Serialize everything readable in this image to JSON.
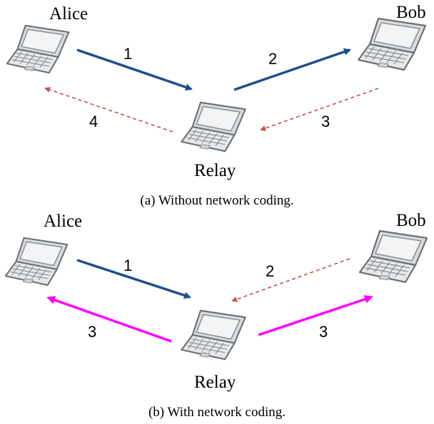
{
  "colors": {
    "solid_arrow": "#1f4e8c",
    "dashed_arrow": "#c0504d",
    "coded_arrow": "#ff00ff"
  },
  "icons": {
    "node": "laptop-icon"
  },
  "panel_a": {
    "alice": "Alice",
    "bob": "Bob",
    "relay": "Relay",
    "step1": "1",
    "step2": "2",
    "step3": "3",
    "step4": "4",
    "caption": "(a) Without network coding."
  },
  "panel_b": {
    "alice": "Alice",
    "bob": "Bob",
    "relay": "Relay",
    "step1": "1",
    "step2": "2",
    "step3_left": "3",
    "step3_right": "3",
    "caption": "(b) With network coding."
  }
}
